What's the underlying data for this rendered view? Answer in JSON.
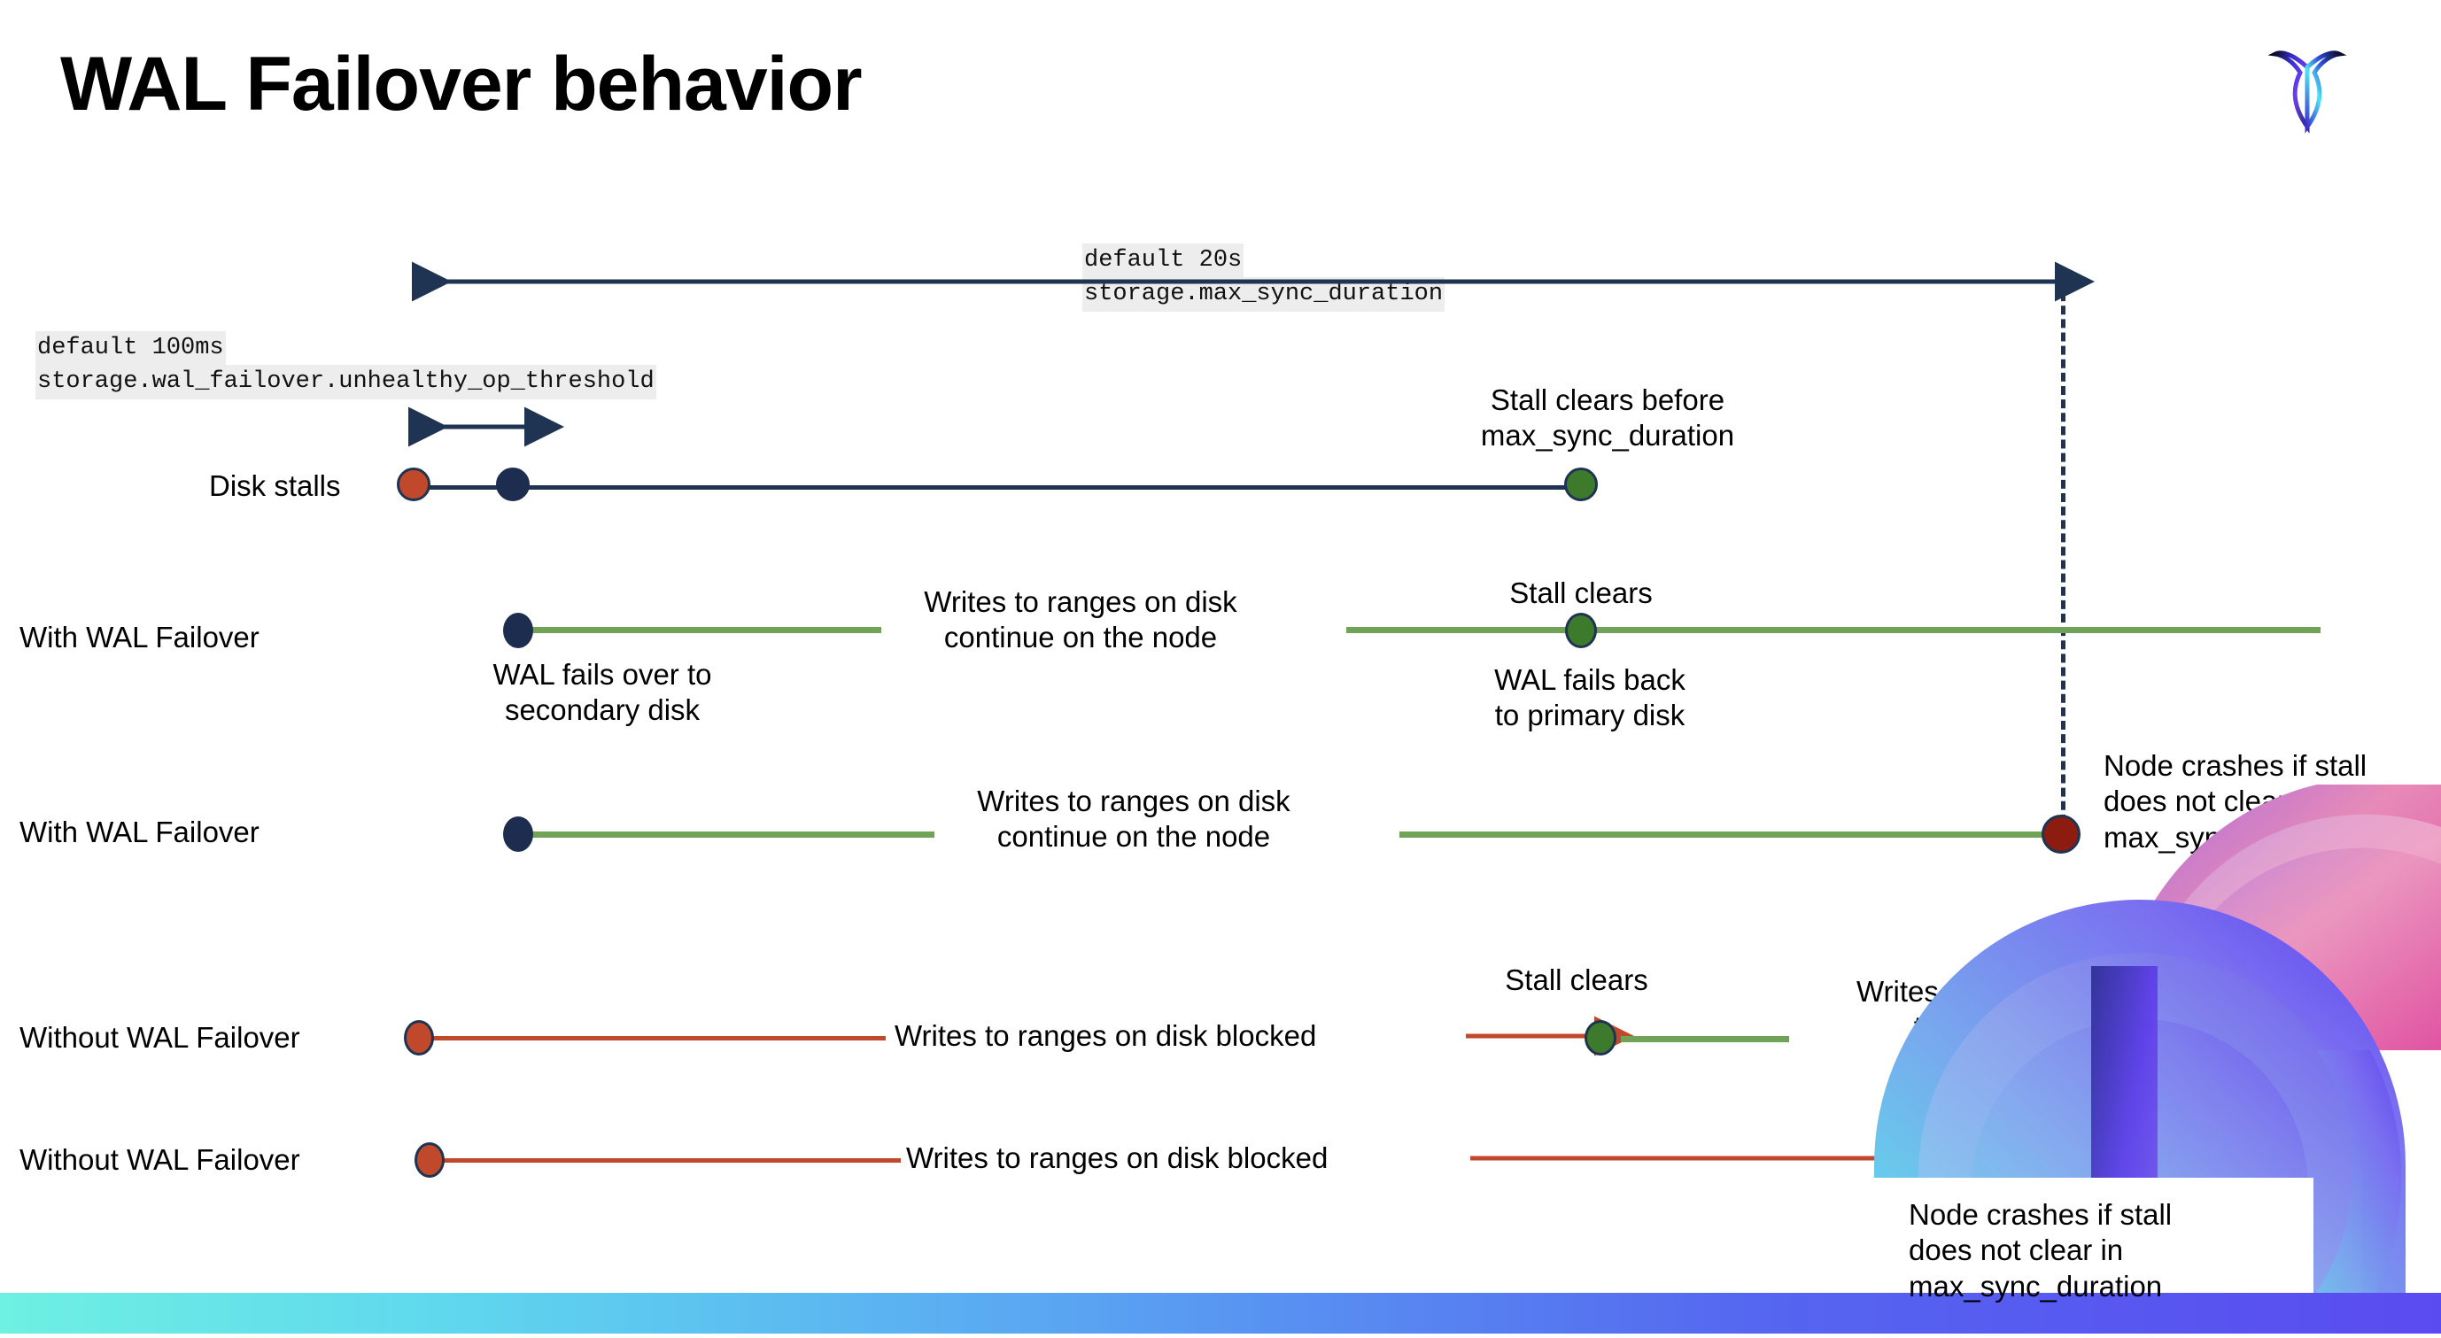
{
  "slide": {
    "title": "WAL Failover behavior",
    "logo_name": "cockroachdb-logo"
  },
  "settings": [
    {
      "id": "max-sync-duration",
      "default_label": "default 20s",
      "setting_name": "storage.max_sync_duration"
    },
    {
      "id": "unhealthy-op-threshold",
      "default_label": "default 100ms",
      "setting_name": "storage.wal_failover.unhealthy_op_threshold"
    }
  ],
  "rows": [
    {
      "id": "disk-stalls",
      "label": "Disk stalls"
    },
    {
      "id": "with-wal-failover-1",
      "label": "With WAL Failover"
    },
    {
      "id": "with-wal-failover-2",
      "label": "With WAL Failover"
    },
    {
      "id": "without-wal-failover-1",
      "label": "Without WAL Failover"
    },
    {
      "id": "without-wal-failover-2",
      "label": "Without WAL Failover"
    }
  ],
  "annotations": {
    "stall_clears_before_max_sync": "Stall clears before\nmax_sync_duration",
    "stall_clears_row2": "Stall clears",
    "writes_continue_row2": "Writes to ranges on disk\ncontinue on the node",
    "wal_fails_over": "WAL fails over to\nsecondary disk",
    "wal_fails_back": "WAL fails  back\nto primary disk",
    "writes_continue_row3": "Writes to ranges on disk\ncontinue on the node",
    "node_crashes_row3": "Node crashes if stall\ndoes not clear in\nmax_sync_duration",
    "stall_clears_row4": "Stall clears",
    "writes_blocked_row4": "Writes to ranges on disk  blocked",
    "writes_resume_row4": "Writes resume on\nthe node",
    "writes_blocked_row5": "Writes to ranges on disk  blocked",
    "node_crashes_row5": "Node crashes if stall\ndoes not clear in\nmax_sync_duration"
  },
  "colors": {
    "navy": "#1f3352",
    "green_line": "#70a357",
    "red_line": "#c0482b",
    "dot_red": "#c0482b",
    "dot_green": "#3e7a2c",
    "dot_dark_red": "#8c1b10",
    "dot_navy": "#1d2d4f",
    "code_chip_bg": "#ededed",
    "band_start": "#6ef0e2",
    "band_end": "#5a4bf0"
  }
}
